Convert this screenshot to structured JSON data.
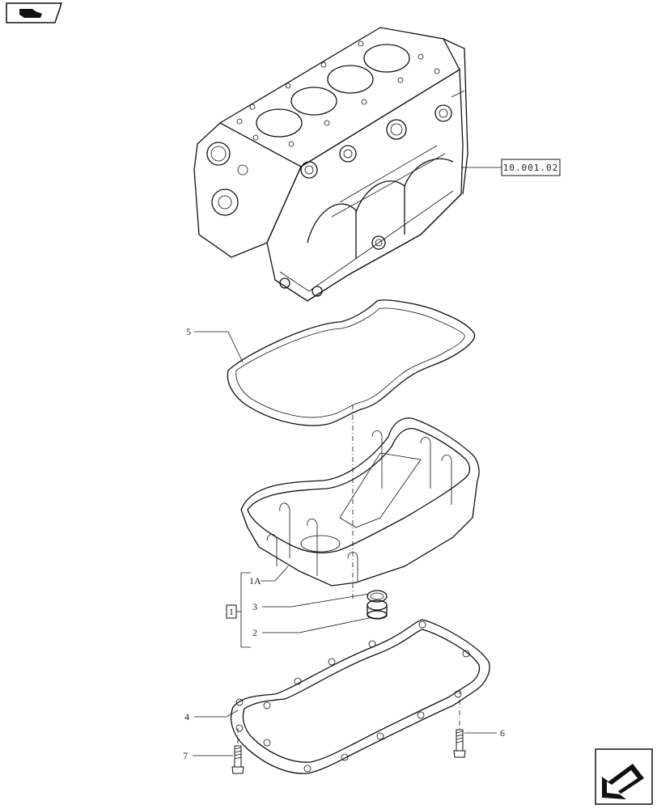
{
  "reference_box": "10.001.02",
  "kit_label": "1",
  "callouts": {
    "gasket": "5",
    "oil_pan": "1A",
    "seal_ring": "3",
    "plug": "2",
    "frame": "4",
    "bolt_right": "6",
    "bolt_left": "7"
  },
  "icons": {
    "top_left": "book-icon",
    "bottom_right": "next-page-arrow-icon"
  }
}
